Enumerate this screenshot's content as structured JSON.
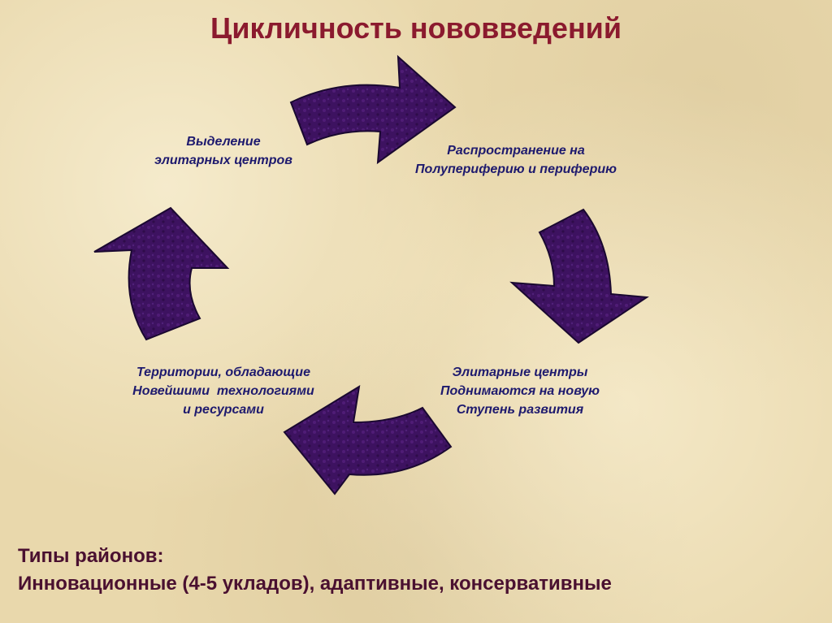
{
  "title": "Цикличность нововведений",
  "cycle": {
    "stage1": [
      "Выделение",
      "элитарных центров"
    ],
    "stage2": [
      "Распространение на",
      "Полупериферию и периферию"
    ],
    "stage3": [
      "Элитарные центры",
      "Поднимаются на новую",
      "Ступень развития"
    ],
    "stage4": [
      "Территории, обладающие",
      "Новейшими  технологиями",
      "и ресурсами"
    ]
  },
  "types": {
    "heading": "Типы районов:",
    "text": "Инновационные (4-5 укладов), адаптивные, консервативные"
  },
  "colors": {
    "title": "#8b1a2e",
    "text": "#1e1a6e",
    "arrow": "#3d1260",
    "types": "#4a1030"
  },
  "icons": [
    "curved-arrow-icon"
  ]
}
